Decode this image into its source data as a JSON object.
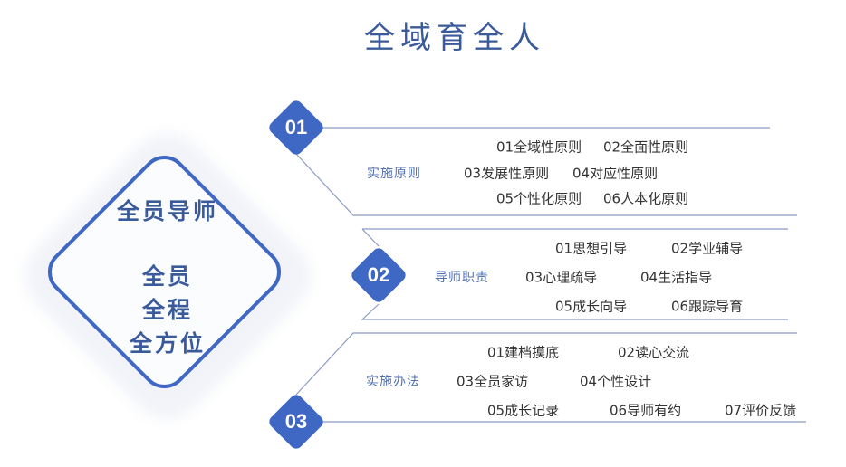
{
  "title": "全域育全人",
  "center": {
    "heading": "全员导师",
    "lines": [
      "全员",
      "全程",
      "全方位"
    ]
  },
  "colors": {
    "accent": "#3f67c4",
    "text": "#333333"
  },
  "sections": [
    {
      "number": "01",
      "label": "实施原则",
      "items": [
        "01全域性原则",
        "02全面性原则",
        "03发展性原则",
        "04对应性原则",
        "05个性化原则",
        "06人本化原则"
      ]
    },
    {
      "number": "02",
      "label": "导师职责",
      "items": [
        "01思想引导",
        "02学业辅导",
        "03心理疏导",
        "04生活指导",
        "05成长向导",
        "06跟踪导育"
      ]
    },
    {
      "number": "03",
      "label": "实施办法",
      "items": [
        "01建档摸底",
        "02读心交流",
        "03全员家访",
        "04个性设计",
        "05成长记录",
        "06导师有约",
        "07评价反馈"
      ]
    }
  ]
}
